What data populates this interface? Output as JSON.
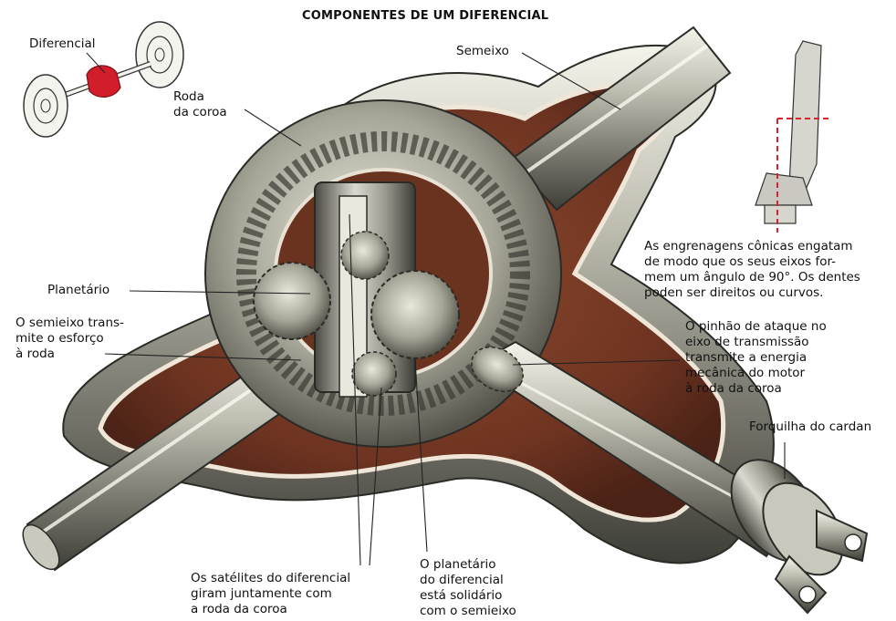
{
  "title": "COMPONENTES DE UM DIFERENCIAL",
  "labels": {
    "diferencial": "Diferencial",
    "semieixo": "Semeixo",
    "roda_coroa": "Roda\nda coroa",
    "engrenagens_conicas": "As engrenagens cônicas engatam\nde modo que os seus eixos for-\nmem um ângulo de 90°. Os dentes\npoden ser direitos ou curvos.",
    "planetario": "Planetário",
    "semieixo_transmite": "O semieixo trans-\nmite o esforço\nà roda",
    "pinhao_ataque": "O pinhão de ataque no\neixo de transmissão\ntransmite a energia\nmecânica do motor\nà roda da coroa",
    "forquilha": "Forquilha do cardan",
    "satelites": "Os satélites do diferencial\ngiram juntamente com\na roda da coroa",
    "planetario_solidario": "O planetário\ndo diferencial\nestá solidário\ncom o semieixo"
  },
  "colors": {
    "housing": "#7a3a24",
    "steel": "#b9b9ad",
    "outline": "#2a2a26",
    "highlight": "#d21e2b",
    "dashed_axis": "#d8232a"
  }
}
